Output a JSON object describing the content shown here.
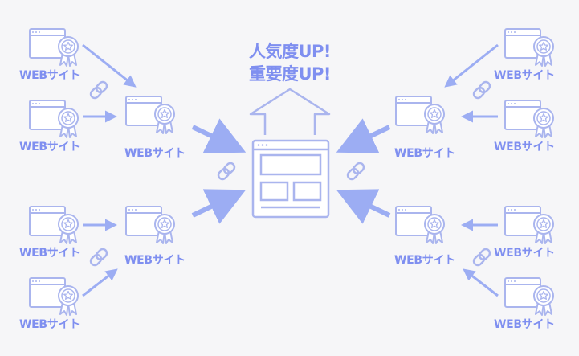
{
  "headline": {
    "line1": "人気度UP!",
    "line2": "重要度UP!"
  },
  "site_label": "WEBサイト",
  "colors": {
    "background": "#f6f6f8",
    "outline": "#aab5ee",
    "arrow": "#9cadf3",
    "text": "#7f8ff0",
    "box_fill": "#ffffff"
  },
  "icons": [
    "award-ribbon-icon",
    "chain-link-icon",
    "browser-window-icon",
    "upload-arrow-icon"
  ]
}
